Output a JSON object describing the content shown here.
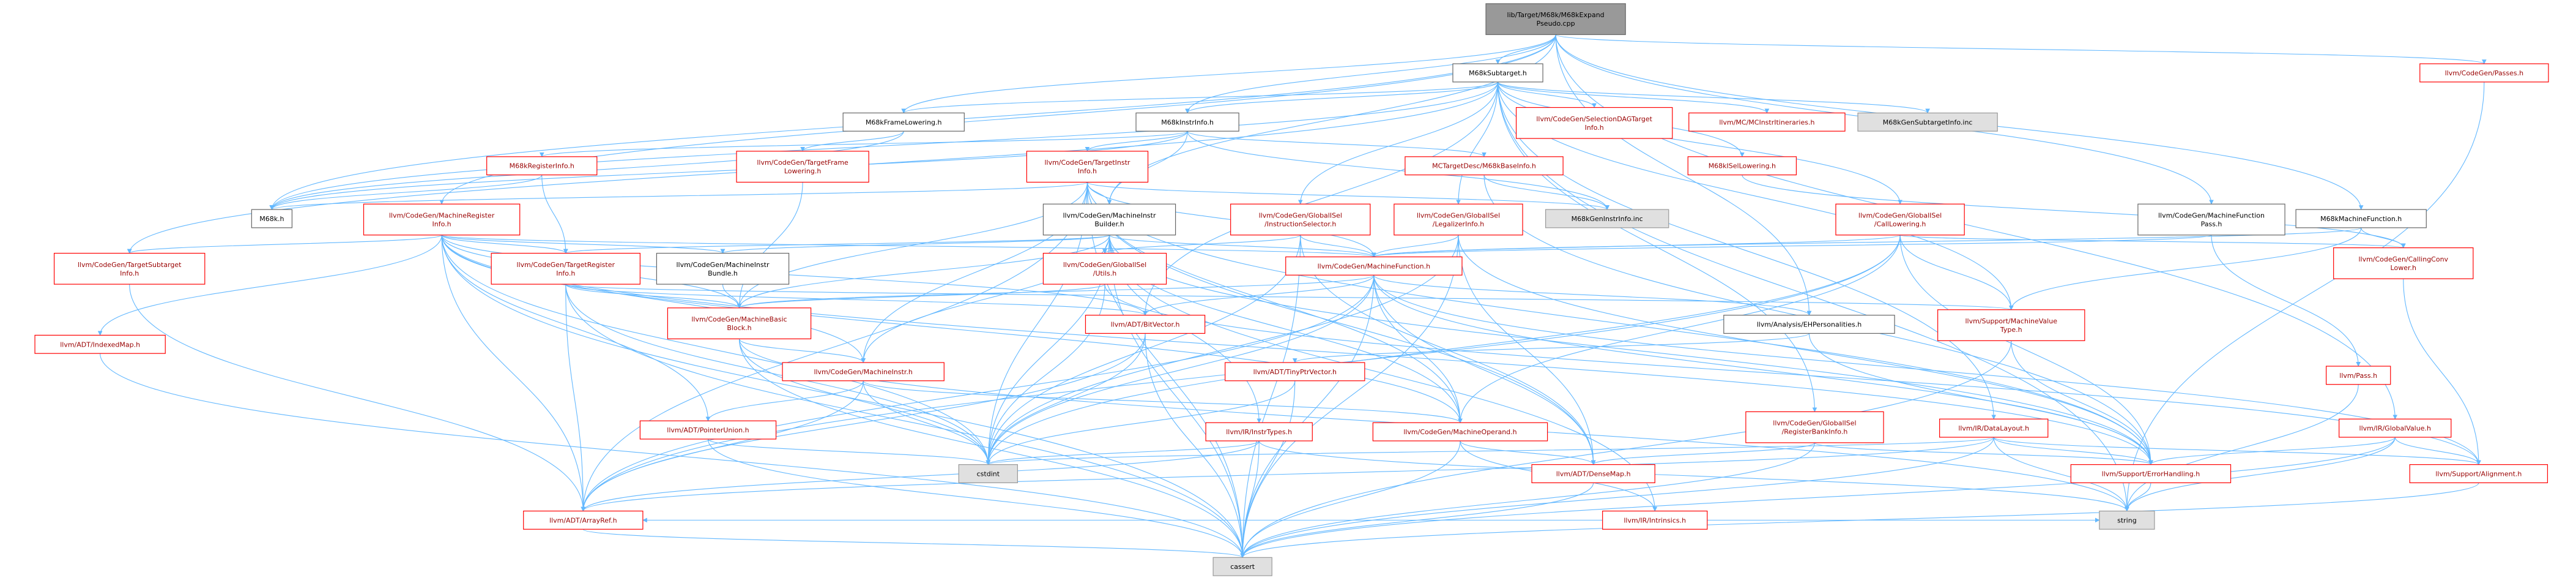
{
  "colors": {
    "edge": "#63b8ff",
    "root_fill": "#999999",
    "root_text": "#000000",
    "link_border": "#ff0000",
    "link_text": "#990000",
    "plain_border": "#666666",
    "plain_text": "#000000",
    "system_fill": "#e0e0e0",
    "system_border": "#999999",
    "node_fill": "#ffffff"
  },
  "graph": {
    "nodes": [
      {
        "id": "root",
        "style": "root",
        "lines": [
          "lib/Target/M68k/M68kExpand",
          "Pseudo.cpp"
        ]
      },
      {
        "id": "subtarget",
        "style": "plain",
        "lines": [
          "M68kSubtarget.h"
        ]
      },
      {
        "id": "cg_passes",
        "style": "link",
        "lines": [
          "llvm/CodeGen/Passes.h"
        ]
      },
      {
        "id": "frame_lowering",
        "style": "plain",
        "lines": [
          "M68kFrameLowering.h"
        ]
      },
      {
        "id": "instr_info",
        "style": "plain",
        "lines": [
          "M68kInstrInfo.h"
        ]
      },
      {
        "id": "sel_dag_info",
        "style": "link",
        "lines": [
          "llvm/CodeGen/SelectionDAGTarget",
          "Info.h"
        ]
      },
      {
        "id": "mc_itin",
        "style": "link",
        "lines": [
          "llvm/MC/MCInstrItineraries.h"
        ]
      },
      {
        "id": "gen_subtarget_inc",
        "style": "system",
        "lines": [
          "M68kGenSubtargetInfo.inc"
        ]
      },
      {
        "id": "register_info",
        "style": "link",
        "lines": [
          "M68kRegisterInfo.h"
        ]
      },
      {
        "id": "target_frame_lowering",
        "style": "link",
        "lines": [
          "llvm/CodeGen/TargetFrame",
          "Lowering.h"
        ]
      },
      {
        "id": "target_instr_info",
        "style": "link",
        "lines": [
          "llvm/CodeGen/TargetInstr",
          "Info.h"
        ]
      },
      {
        "id": "mc_base_info",
        "style": "link",
        "lines": [
          "MCTargetDesc/M68kBaseInfo.h"
        ]
      },
      {
        "id": "isel_lowering",
        "style": "link",
        "lines": [
          "M68kISelLowering.h"
        ]
      },
      {
        "id": "mf_pass",
        "style": "plain",
        "lines": [
          "llvm/CodeGen/MachineFunction",
          "Pass.h"
        ]
      },
      {
        "id": "m68k_mf",
        "style": "plain",
        "lines": [
          "M68kMachineFunction.h"
        ]
      },
      {
        "id": "m68k_h",
        "style": "plain",
        "lines": [
          "M68k.h"
        ]
      },
      {
        "id": "mri",
        "style": "link",
        "lines": [
          "llvm/CodeGen/MachineRegister",
          "Info.h"
        ]
      },
      {
        "id": "mib",
        "style": "plain",
        "lines": [
          "llvm/CodeGen/MachineInstr",
          "Builder.h"
        ]
      },
      {
        "id": "gen_instr_inc",
        "style": "system",
        "lines": [
          "M68kGenInstrInfo.inc"
        ]
      },
      {
        "id": "gisel_is",
        "style": "link",
        "lines": [
          "llvm/CodeGen/GlobalISel",
          "/InstructionSelector.h"
        ]
      },
      {
        "id": "gisel_li",
        "style": "link",
        "lines": [
          "llvm/CodeGen/GlobalISel",
          "/LegalizerInfo.h"
        ]
      },
      {
        "id": "gisel_cl",
        "style": "link",
        "lines": [
          "llvm/CodeGen/GlobalISel",
          "/CallLowering.h"
        ]
      },
      {
        "id": "calling_conv",
        "style": "link",
        "lines": [
          "llvm/CodeGen/CallingConv",
          "Lower.h"
        ]
      },
      {
        "id": "tsi",
        "style": "link",
        "lines": [
          "llvm/CodeGen/TargetSubtarget",
          "Info.h"
        ]
      },
      {
        "id": "tri",
        "style": "link",
        "lines": [
          "llvm/CodeGen/TargetRegister",
          "Info.h"
        ]
      },
      {
        "id": "mib_bundle",
        "style": "plain",
        "lines": [
          "llvm/CodeGen/MachineInstr",
          "Bundle.h"
        ]
      },
      {
        "id": "gisel_utils",
        "style": "link",
        "lines": [
          "llvm/CodeGen/GlobalISel",
          "/Utils.h"
        ]
      },
      {
        "id": "mfunc",
        "style": "link",
        "lines": [
          "llvm/CodeGen/MachineFunction.h"
        ]
      },
      {
        "id": "indexed_map",
        "style": "link",
        "lines": [
          "llvm/ADT/IndexedMap.h"
        ]
      },
      {
        "id": "mbb",
        "style": "link",
        "lines": [
          "llvm/CodeGen/MachineBasic",
          "Block.h"
        ]
      },
      {
        "id": "bitvector",
        "style": "link",
        "lines": [
          "llvm/ADT/BitVector.h"
        ]
      },
      {
        "id": "eh_personalities",
        "style": "plain",
        "lines": [
          "llvm/Analysis/EHPersonalities.h"
        ]
      },
      {
        "id": "mvt",
        "style": "link",
        "lines": [
          "llvm/Support/MachineValue",
          "Type.h"
        ]
      },
      {
        "id": "pass",
        "style": "link",
        "lines": [
          "llvm/Pass.h"
        ]
      },
      {
        "id": "minstr",
        "style": "link",
        "lines": [
          "llvm/CodeGen/MachineInstr.h"
        ]
      },
      {
        "id": "tiny_ptr",
        "style": "link",
        "lines": [
          "llvm/ADT/TinyPtrVector.h"
        ]
      },
      {
        "id": "ptr_union",
        "style": "link",
        "lines": [
          "llvm/ADT/PointerUnion.h"
        ]
      },
      {
        "id": "instr_types",
        "style": "link",
        "lines": [
          "llvm/IR/InstrTypes.h"
        ]
      },
      {
        "id": "moperand",
        "style": "link",
        "lines": [
          "llvm/CodeGen/MachineOperand.h"
        ]
      },
      {
        "id": "rbi",
        "style": "link",
        "lines": [
          "llvm/CodeGen/GlobalISel",
          "/RegisterBankInfo.h"
        ]
      },
      {
        "id": "data_layout",
        "style": "link",
        "lines": [
          "llvm/IR/DataLayout.h"
        ]
      },
      {
        "id": "global_value",
        "style": "link",
        "lines": [
          "llvm/IR/GlobalValue.h"
        ]
      },
      {
        "id": "cstdint",
        "style": "system",
        "lines": [
          "cstdint"
        ]
      },
      {
        "id": "dense_map",
        "style": "link",
        "lines": [
          "llvm/ADT/DenseMap.h"
        ]
      },
      {
        "id": "intrinsics",
        "style": "link",
        "lines": [
          "llvm/IR/Intrinsics.h"
        ]
      },
      {
        "id": "error_handling",
        "style": "link",
        "lines": [
          "llvm/Support/ErrorHandling.h"
        ]
      },
      {
        "id": "alignment",
        "style": "link",
        "lines": [
          "llvm/Support/Alignment.h"
        ]
      },
      {
        "id": "array_ref",
        "style": "link",
        "lines": [
          "llvm/ADT/ArrayRef.h"
        ]
      },
      {
        "id": "string",
        "style": "system",
        "lines": [
          "string"
        ]
      },
      {
        "id": "cassert",
        "style": "system",
        "lines": [
          "cassert"
        ]
      }
    ],
    "edges": [
      [
        "root",
        "subtarget"
      ],
      [
        "root",
        "cg_passes"
      ],
      [
        "root",
        "frame_lowering"
      ],
      [
        "root",
        "instr_info"
      ],
      [
        "root",
        "m68k_mf"
      ],
      [
        "root",
        "m68k_h"
      ],
      [
        "root",
        "mri"
      ],
      [
        "root",
        "mib"
      ],
      [
        "root",
        "mf_pass"
      ],
      [
        "root",
        "global_value"
      ],
      [
        "root",
        "eh_personalities"
      ],
      [
        "subtarget",
        "frame_lowering"
      ],
      [
        "subtarget",
        "instr_info"
      ],
      [
        "subtarget",
        "sel_dag_info"
      ],
      [
        "subtarget",
        "mc_itin"
      ],
      [
        "subtarget",
        "gen_subtarget_inc"
      ],
      [
        "subtarget",
        "isel_lowering"
      ],
      [
        "subtarget",
        "gisel_is"
      ],
      [
        "subtarget",
        "gisel_li"
      ],
      [
        "subtarget",
        "gisel_cl"
      ],
      [
        "subtarget",
        "tsi"
      ],
      [
        "subtarget",
        "rbi"
      ],
      [
        "subtarget",
        "data_layout"
      ],
      [
        "subtarget",
        "string"
      ],
      [
        "subtarget",
        "mvt"
      ],
      [
        "subtarget",
        "bitvector"
      ],
      [
        "subtarget",
        "m68k_h"
      ],
      [
        "cg_passes",
        "string"
      ],
      [
        "frame_lowering",
        "m68k_h"
      ],
      [
        "frame_lowering",
        "target_frame_lowering"
      ],
      [
        "instr_info",
        "m68k_h"
      ],
      [
        "instr_info",
        "register_info"
      ],
      [
        "instr_info",
        "mc_base_info"
      ],
      [
        "instr_info",
        "mib"
      ],
      [
        "instr_info",
        "target_instr_info"
      ],
      [
        "instr_info",
        "gen_instr_inc"
      ],
      [
        "register_info",
        "m68k_h"
      ],
      [
        "register_info",
        "tri"
      ],
      [
        "target_frame_lowering",
        "mbb"
      ],
      [
        "target_instr_info",
        "m68k_h"
      ],
      [
        "target_instr_info",
        "mib"
      ],
      [
        "target_instr_info",
        "array_ref"
      ],
      [
        "target_instr_info",
        "dense_map"
      ],
      [
        "target_instr_info",
        "mbb"
      ],
      [
        "target_instr_info",
        "mfunc"
      ],
      [
        "target_instr_info",
        "minstr"
      ],
      [
        "target_instr_info",
        "moperand"
      ],
      [
        "target_instr_info",
        "error_handling"
      ],
      [
        "target_instr_info",
        "cassert"
      ],
      [
        "target_instr_info",
        "cstdint"
      ],
      [
        "target_instr_info",
        "gen_instr_inc"
      ],
      [
        "mc_base_info",
        "gen_instr_inc"
      ],
      [
        "mc_base_info",
        "error_handling"
      ],
      [
        "isel_lowering",
        "calling_conv"
      ],
      [
        "mf_pass",
        "mfunc"
      ],
      [
        "mf_pass",
        "pass"
      ],
      [
        "m68k_mf",
        "calling_conv"
      ],
      [
        "m68k_mf",
        "mfunc"
      ],
      [
        "m68k_mf",
        "mvt"
      ],
      [
        "mri",
        "indexed_map"
      ],
      [
        "mri",
        "tri"
      ],
      [
        "mri",
        "mib_bundle"
      ],
      [
        "mri",
        "mbb"
      ],
      [
        "mri",
        "mfunc"
      ],
      [
        "mri",
        "minstr"
      ],
      [
        "mri",
        "moperand"
      ],
      [
        "mri",
        "bitvector"
      ],
      [
        "mri",
        "ptr_union"
      ],
      [
        "mri",
        "array_ref"
      ],
      [
        "mri",
        "cassert"
      ],
      [
        "mri",
        "cstdint"
      ],
      [
        "mri",
        "tsi"
      ],
      [
        "mri",
        "error_handling"
      ],
      [
        "mib",
        "mbb"
      ],
      [
        "mib",
        "mfunc"
      ],
      [
        "mib",
        "minstr"
      ],
      [
        "mib",
        "moperand"
      ],
      [
        "mib",
        "mib_bundle"
      ],
      [
        "mib",
        "gisel_utils"
      ],
      [
        "mib",
        "intrinsics"
      ],
      [
        "mib",
        "instr_types"
      ],
      [
        "mib",
        "tri"
      ],
      [
        "mib",
        "error_handling"
      ],
      [
        "mib",
        "cassert"
      ],
      [
        "mib",
        "cstdint"
      ],
      [
        "gisel_is",
        "gisel_utils"
      ],
      [
        "gisel_is",
        "mfunc"
      ],
      [
        "gisel_is",
        "dense_map"
      ],
      [
        "gisel_is",
        "cstdint"
      ],
      [
        "gisel_is",
        "cassert"
      ],
      [
        "gisel_li",
        "mfunc"
      ],
      [
        "gisel_li",
        "dense_map"
      ],
      [
        "gisel_li",
        "cassert"
      ],
      [
        "gisel_li",
        "cstdint"
      ],
      [
        "gisel_li",
        "error_handling"
      ],
      [
        "gisel_cl",
        "calling_conv"
      ],
      [
        "gisel_cl",
        "mfunc"
      ],
      [
        "gisel_cl",
        "mvt"
      ],
      [
        "gisel_cl",
        "array_ref"
      ],
      [
        "gisel_cl",
        "cstdint"
      ],
      [
        "gisel_cl",
        "error_handling"
      ],
      [
        "gisel_cl",
        "moperand"
      ],
      [
        "calling_conv",
        "alignment"
      ],
      [
        "tsi",
        "array_ref"
      ],
      [
        "tri",
        "mbb"
      ],
      [
        "tri",
        "array_ref"
      ],
      [
        "tri",
        "bitvector"
      ],
      [
        "tri",
        "cassert"
      ],
      [
        "tri",
        "cstdint"
      ],
      [
        "tri",
        "mvt"
      ],
      [
        "mib_bundle",
        "mbb"
      ],
      [
        "gisel_utils",
        "mbb"
      ],
      [
        "gisel_utils",
        "cstdint"
      ],
      [
        "gisel_utils",
        "alignment"
      ],
      [
        "mfunc",
        "mbb"
      ],
      [
        "mfunc",
        "array_ref"
      ],
      [
        "mfunc",
        "bitvector"
      ],
      [
        "mfunc",
        "dense_map"
      ],
      [
        "mfunc",
        "eh_personalities"
      ],
      [
        "mfunc",
        "moperand"
      ],
      [
        "mfunc",
        "error_handling"
      ],
      [
        "mfunc",
        "cassert"
      ],
      [
        "mfunc",
        "cstdint"
      ],
      [
        "mfunc",
        "alignment"
      ],
      [
        "indexed_map",
        "cassert"
      ],
      [
        "mbb",
        "minstr"
      ],
      [
        "mbb",
        "cassert"
      ],
      [
        "mbb",
        "cstdint"
      ],
      [
        "mbb",
        "string"
      ],
      [
        "bitvector",
        "array_ref"
      ],
      [
        "bitvector",
        "cassert"
      ],
      [
        "bitvector",
        "cstdint"
      ],
      [
        "eh_personalities",
        "tiny_ptr"
      ],
      [
        "eh_personalities",
        "error_handling"
      ],
      [
        "mvt",
        "error_handling"
      ],
      [
        "mvt",
        "cassert"
      ],
      [
        "pass",
        "string"
      ],
      [
        "minstr",
        "moperand"
      ],
      [
        "minstr",
        "array_ref"
      ],
      [
        "minstr",
        "ptr_union"
      ],
      [
        "minstr",
        "cstdint"
      ],
      [
        "tiny_ptr",
        "cassert"
      ],
      [
        "tiny_ptr",
        "cstdint"
      ],
      [
        "ptr_union",
        "cassert"
      ],
      [
        "ptr_union",
        "cstdint"
      ],
      [
        "instr_types",
        "array_ref"
      ],
      [
        "instr_types",
        "cassert"
      ],
      [
        "instr_types",
        "cstdint"
      ],
      [
        "instr_types",
        "string"
      ],
      [
        "moperand",
        "dense_map"
      ],
      [
        "moperand",
        "intrinsics"
      ],
      [
        "moperand",
        "cassert"
      ],
      [
        "rbi",
        "dense_map"
      ],
      [
        "rbi",
        "error_handling"
      ],
      [
        "rbi",
        "cassert"
      ],
      [
        "data_layout",
        "array_ref"
      ],
      [
        "data_layout",
        "alignment"
      ],
      [
        "data_layout",
        "error_handling"
      ],
      [
        "data_layout",
        "cassert"
      ],
      [
        "data_layout",
        "cstdint"
      ],
      [
        "data_layout",
        "string"
      ],
      [
        "global_value",
        "alignment"
      ],
      [
        "global_value",
        "error_handling"
      ],
      [
        "global_value",
        "cassert"
      ],
      [
        "global_value",
        "string"
      ],
      [
        "dense_map",
        "cassert"
      ],
      [
        "intrinsics",
        "array_ref"
      ],
      [
        "intrinsics",
        "string"
      ],
      [
        "error_handling",
        "string"
      ],
      [
        "alignment",
        "cassert"
      ],
      [
        "array_ref",
        "cassert"
      ]
    ]
  }
}
